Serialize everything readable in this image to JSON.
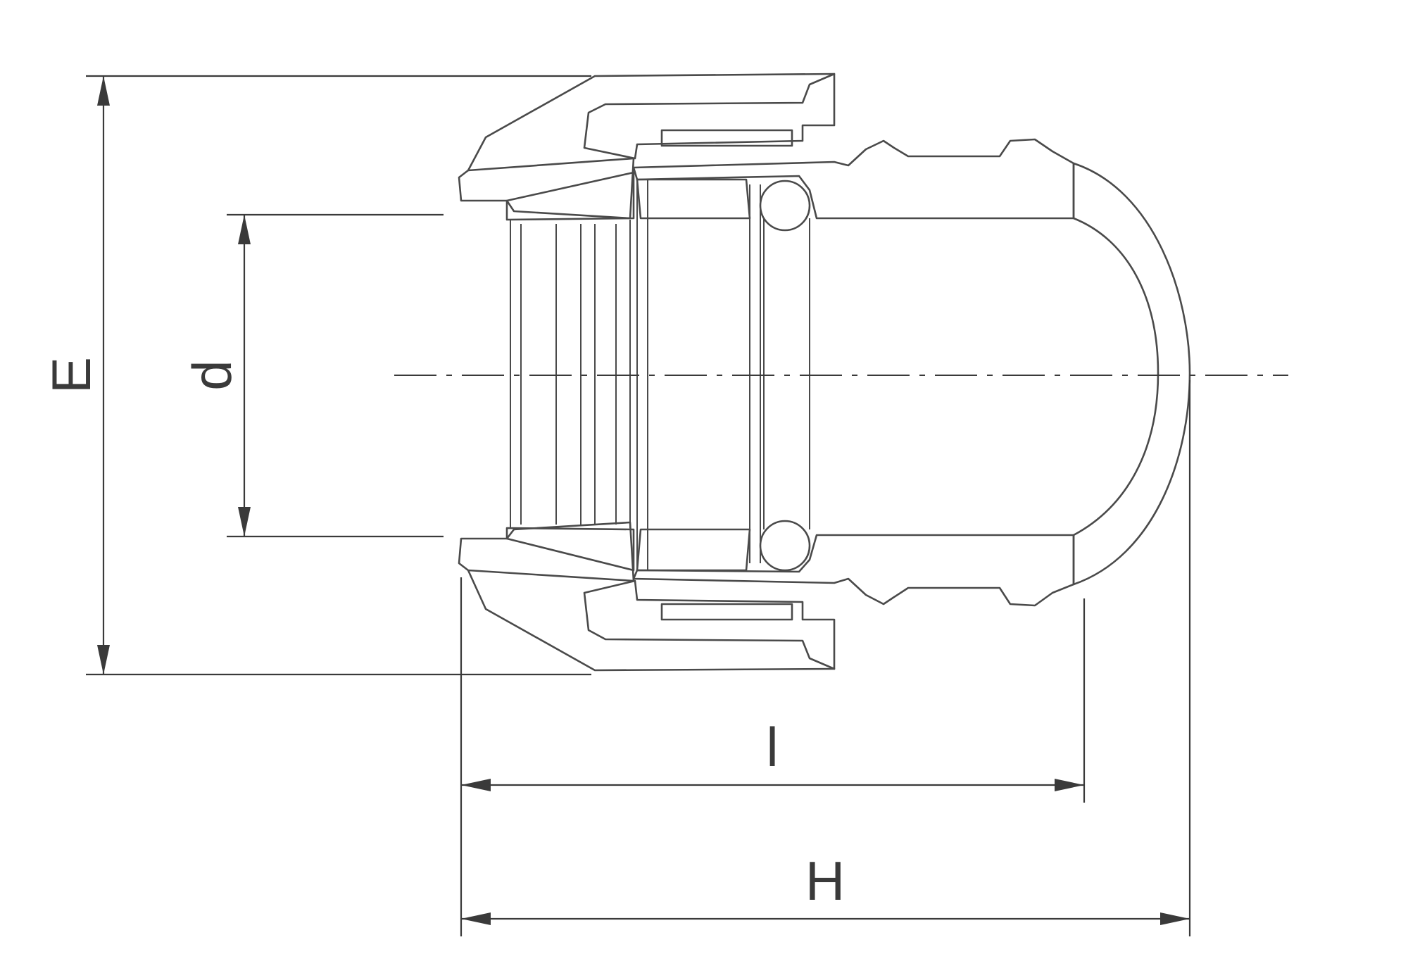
{
  "labels": {
    "E": "E",
    "d": "d",
    "l": "l",
    "H": "H"
  },
  "colors": {
    "line": "#4a4a4a",
    "background": "#ffffff"
  }
}
